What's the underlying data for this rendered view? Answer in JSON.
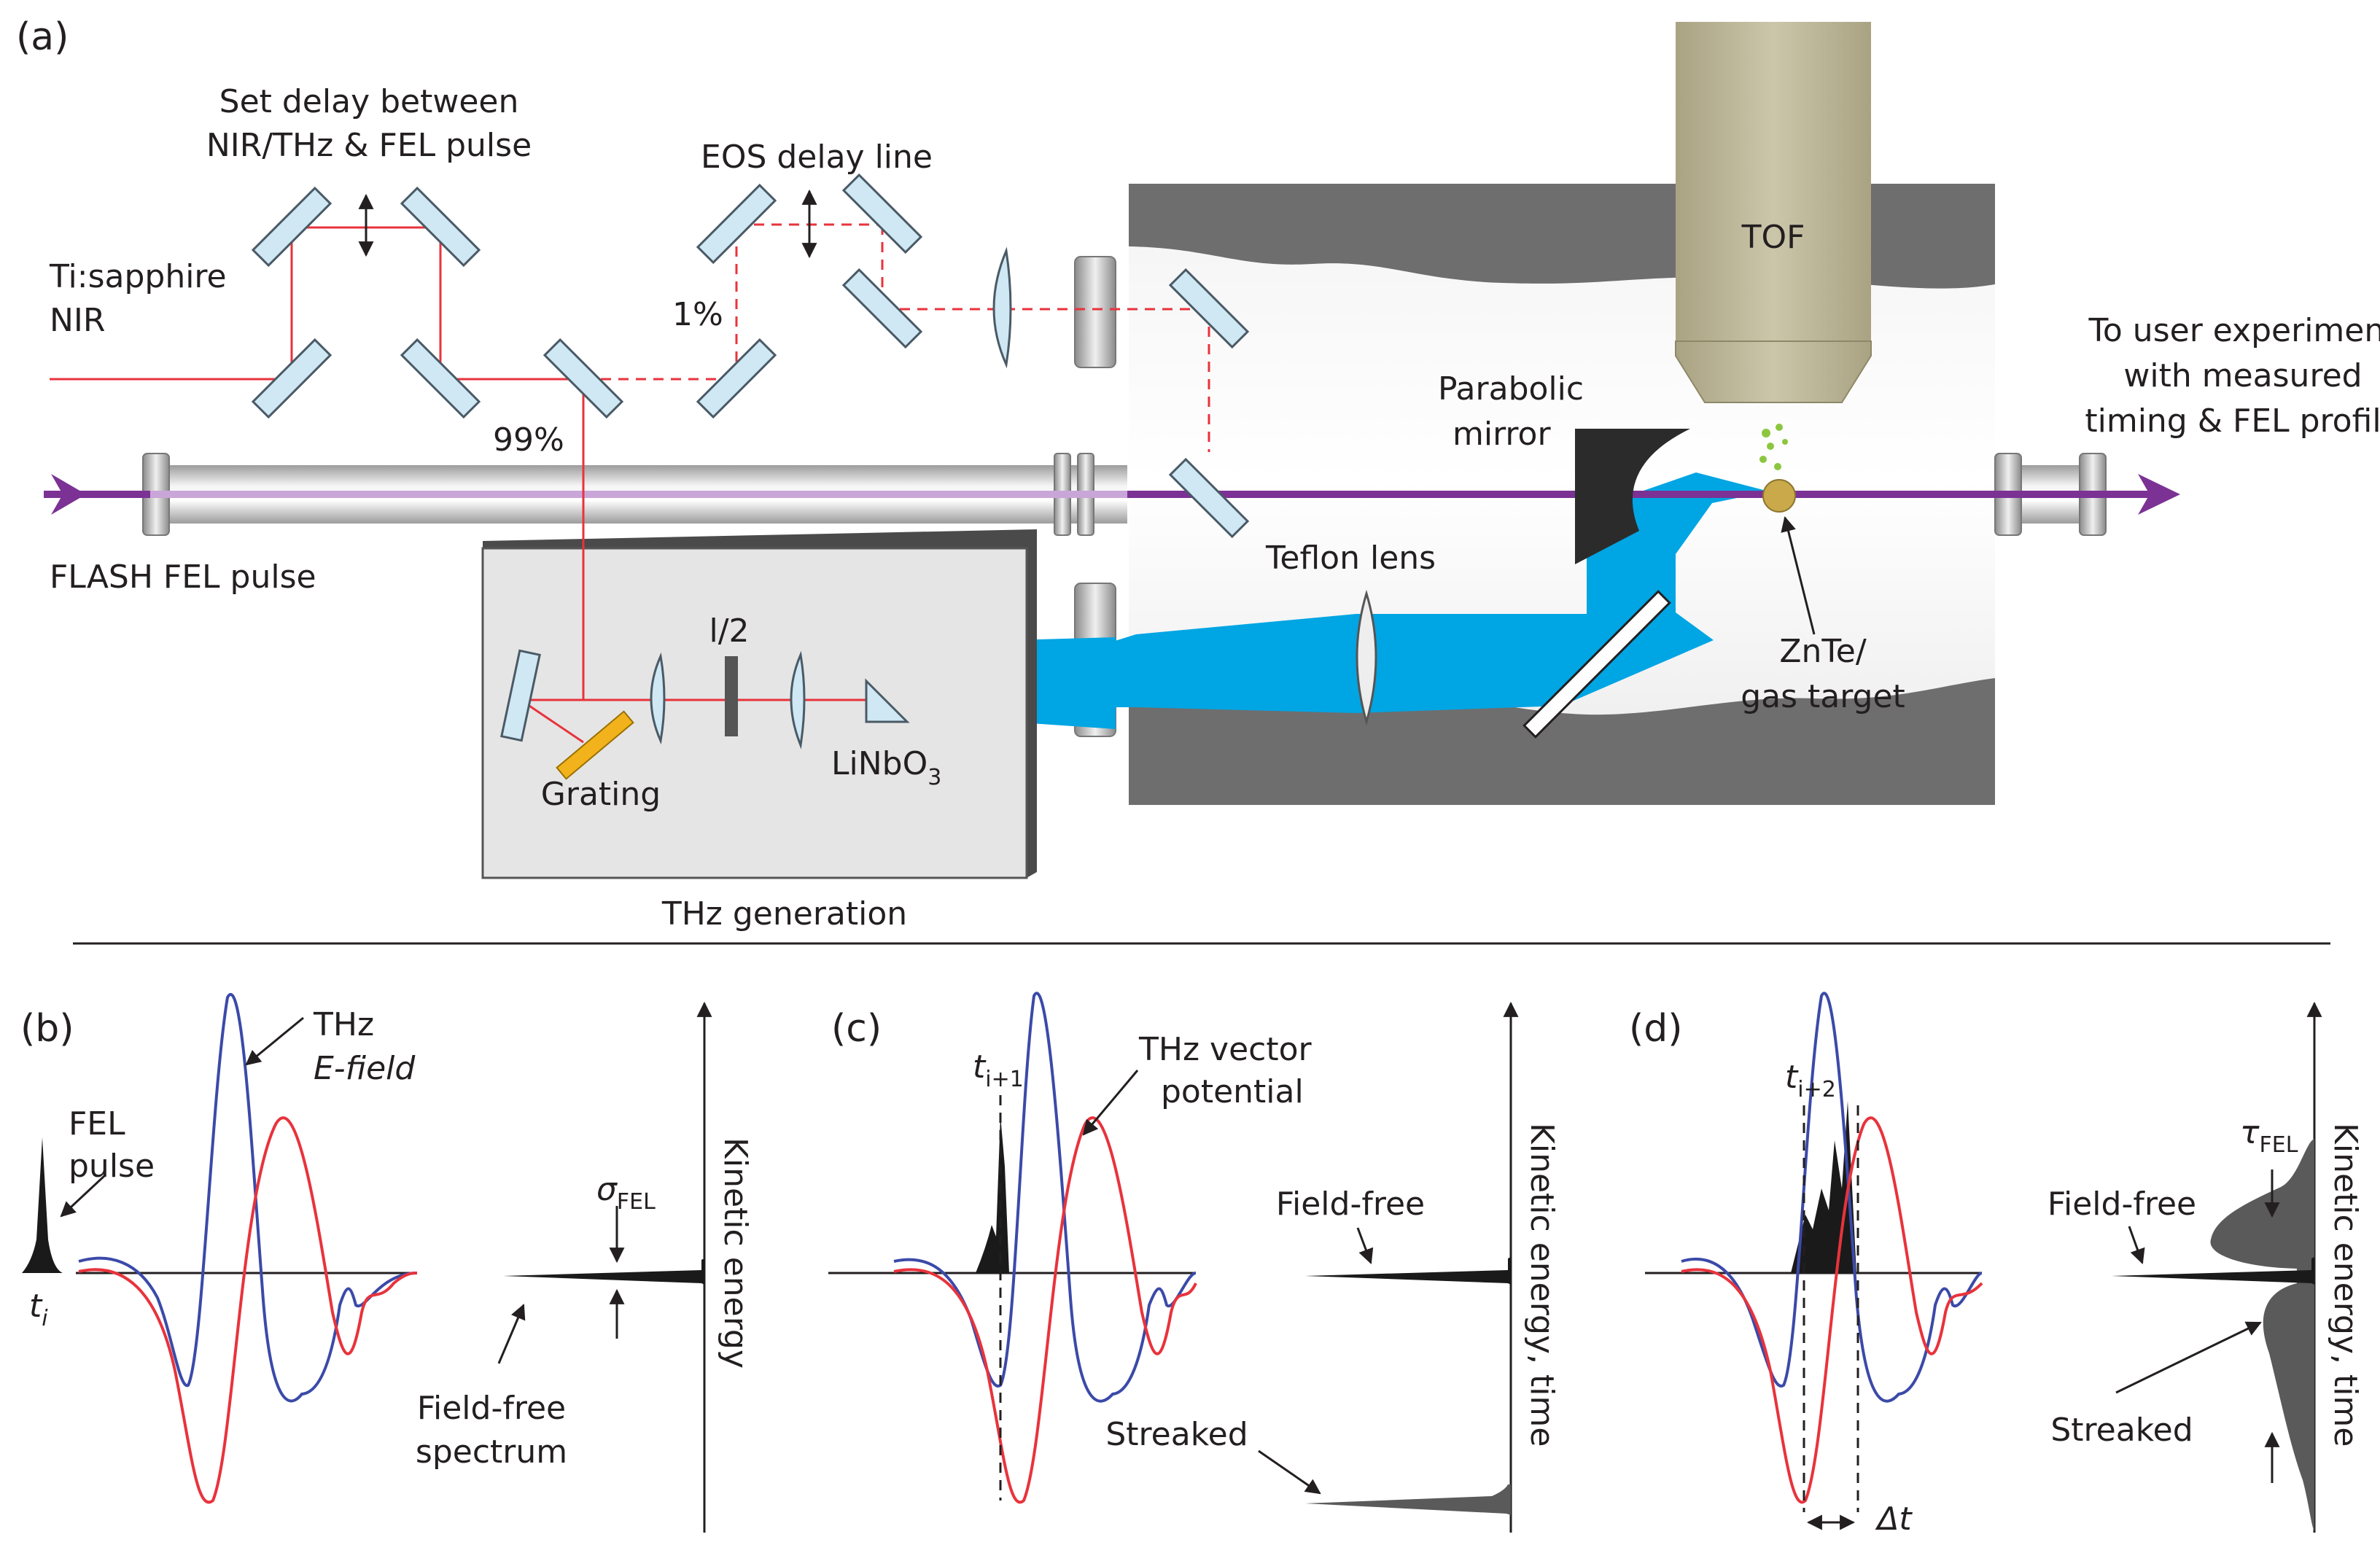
{
  "panels": {
    "a": "(a)",
    "b": "(b)",
    "c": "(c)",
    "d": "(d)"
  },
  "setup": {
    "delay_set": [
      "Set delay between",
      "NIR/THz & FEL pulse"
    ],
    "eos_delay": "EOS delay line",
    "ti_sapphire": [
      "Ti:sapphire",
      "NIR"
    ],
    "one_percent": "1%",
    "ninety_nine_percent": "99%",
    "flash_fel": "FLASH FEL pulse",
    "tof": "TOF",
    "parabolic_mirror": [
      "Parabolic",
      "mirror"
    ],
    "teflon_lens": "Teflon lens",
    "user_experiment": [
      "To user experiment",
      "with measured",
      "timing & FEL profile"
    ],
    "target": [
      "ZnTe/",
      "gas target"
    ],
    "half_wave": "l/2",
    "grating": "Grating",
    "linbo3": "LiNbO",
    "linbo3_sub": "3",
    "thz_generation": "THz generation"
  },
  "panel_b": {
    "fel_pulse": [
      "FEL",
      "pulse"
    ],
    "thz_field": [
      "THz",
      "E-field"
    ],
    "t_main": "t",
    "t_sub": "i",
    "sigma": "σ",
    "sigma_sub": "FEL",
    "field_free_spectrum": [
      "Field-free",
      "spectrum"
    ],
    "axis": "Kinetic energy"
  },
  "panel_c": {
    "t_main": "t",
    "t_sub": "i+1",
    "vector_potential": [
      "THz vector",
      "potential"
    ],
    "field_free": "Field-free",
    "streaked": "Streaked",
    "axis": "Kinetic energy, time"
  },
  "panel_d": {
    "t_main": "t",
    "t_sub": "i+2",
    "tau": "τ",
    "tau_sub": "FEL",
    "field_free": "Field-free",
    "streaked": "Streaked",
    "delta_t": "Δt",
    "axis": "Kinetic energy, time"
  },
  "colors": {
    "e_field": "#3b4aa8",
    "vector_potential": "#e8333c",
    "thz_beam": "#00a5e3",
    "fel_beam": "#7b3294",
    "nir_beam": "#e8333c",
    "grating": "#f2b21b",
    "tof": "#bdb79a"
  }
}
